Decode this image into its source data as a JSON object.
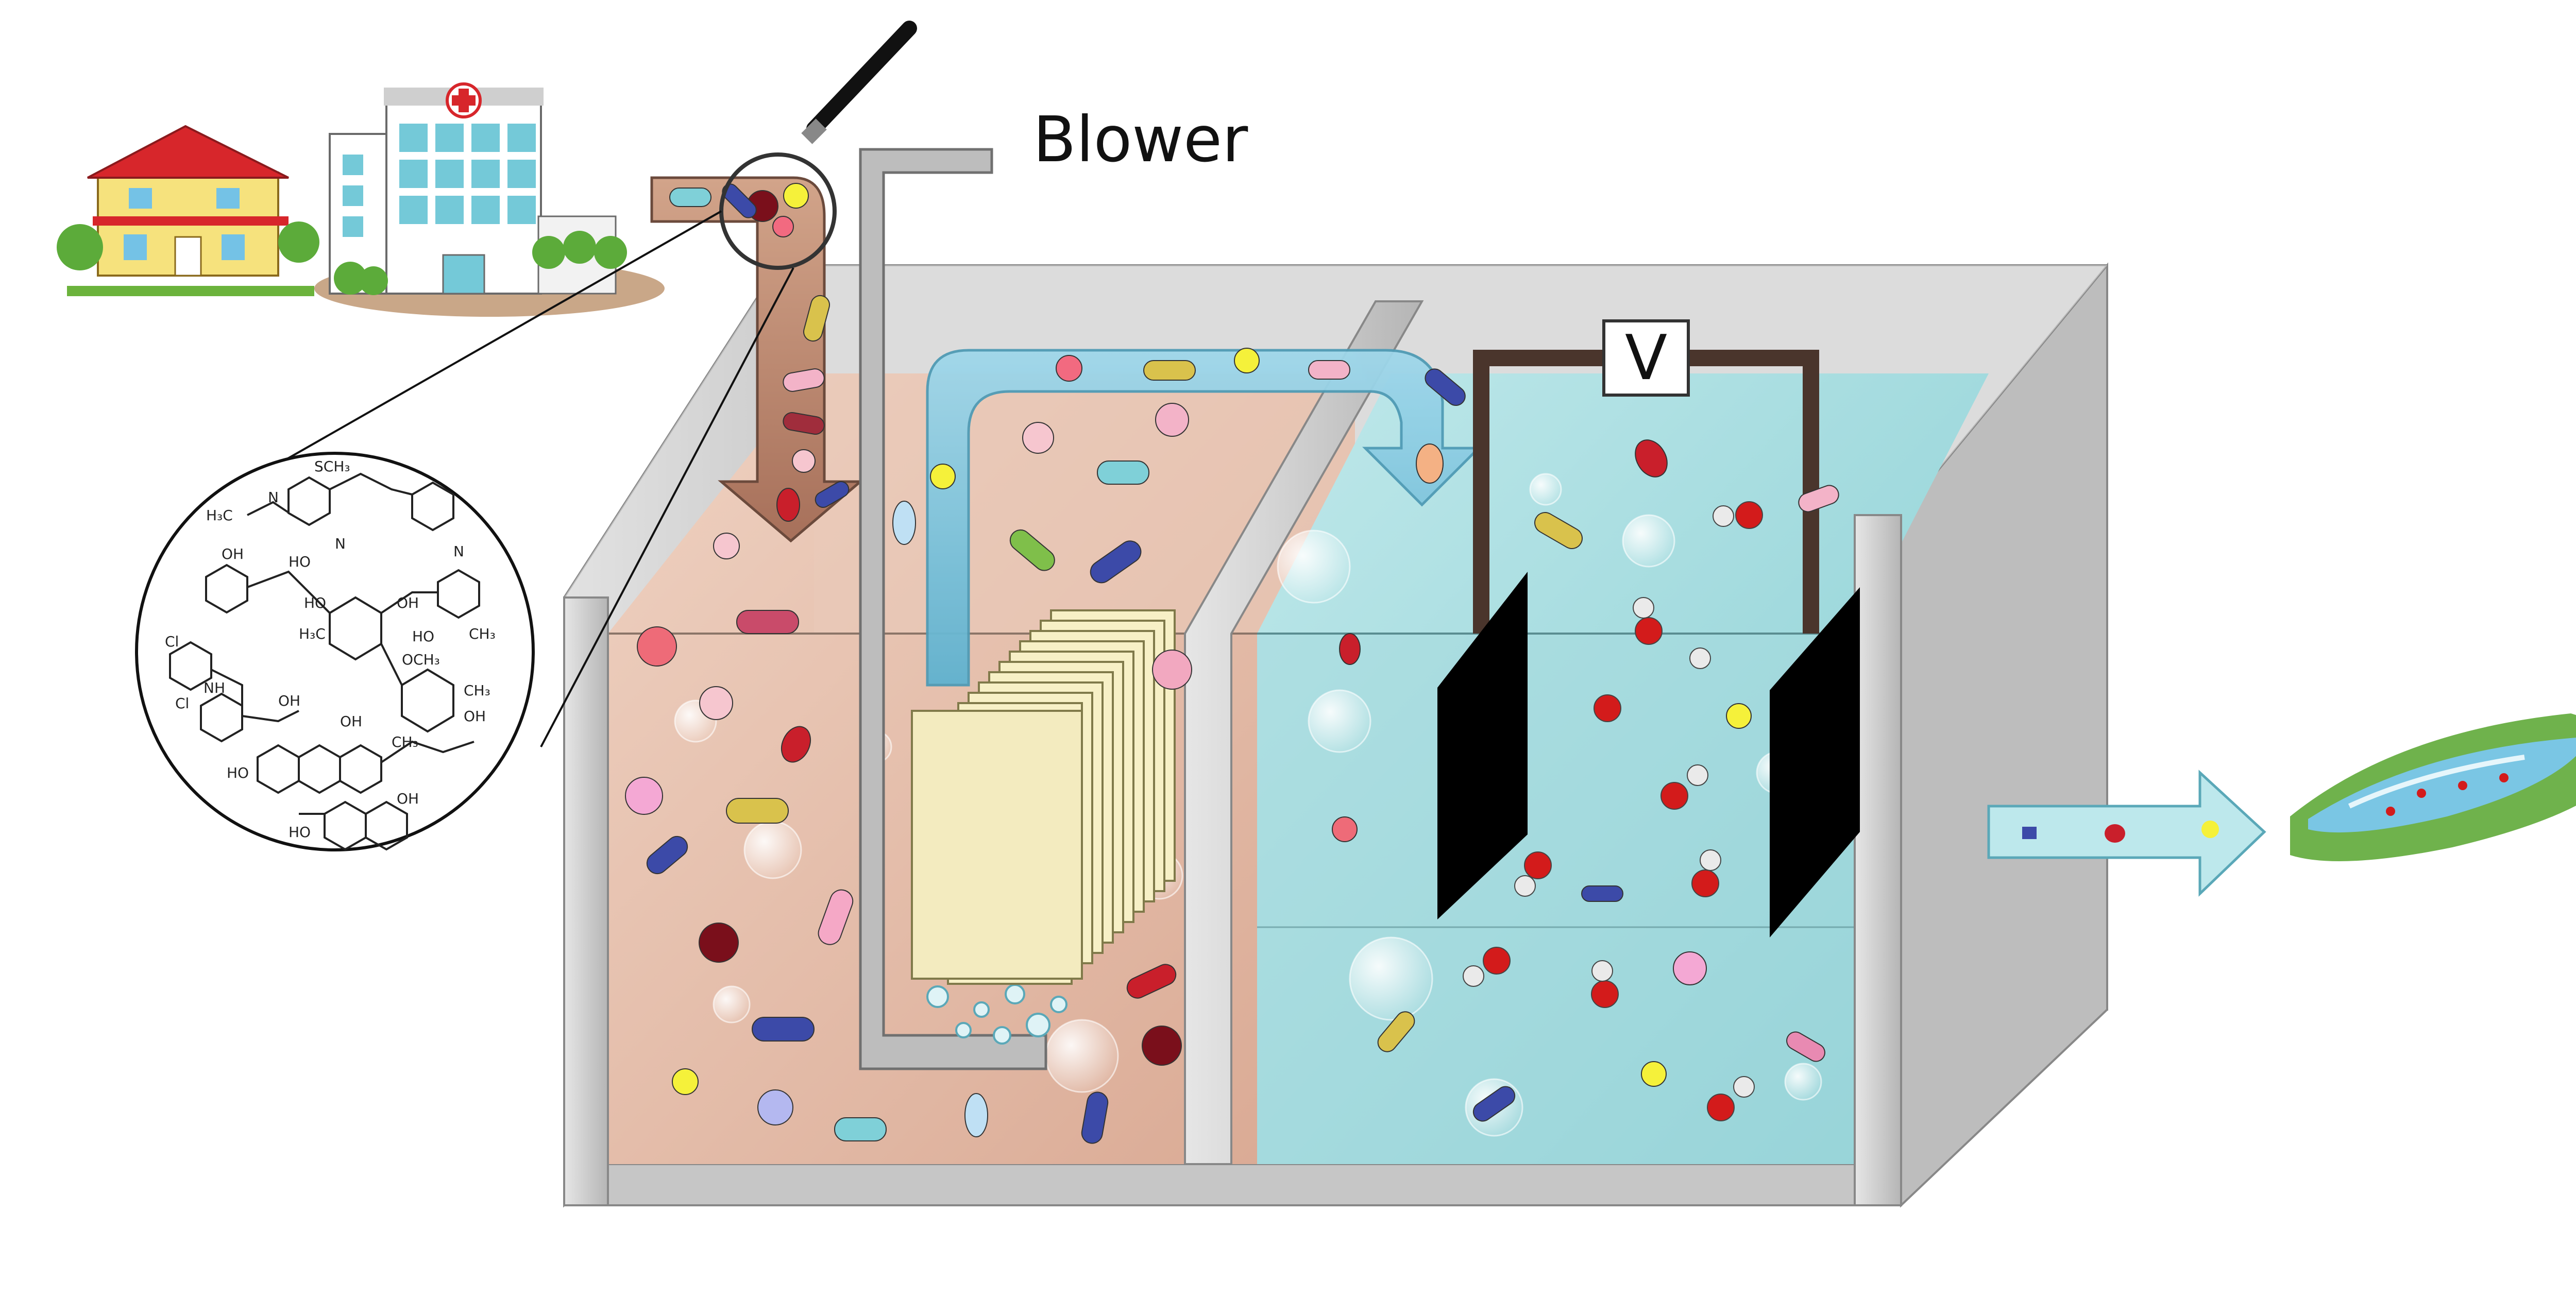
{
  "labels": {
    "blower": "Blower",
    "voltage": "V"
  },
  "colors": {
    "tank_frame": "#c8c8c8",
    "bio_zone": "#e8c2b0",
    "electro_zone": "#a9dde0",
    "flow_arrow": "#7cc4dc",
    "membrane": "#f7f0c6",
    "electrode": "#000000",
    "wire": "#4a352c"
  },
  "icons": [
    "house-icon",
    "hospital-icon",
    "magnifier-icon",
    "chemical-structures-inset",
    "blower-pipe",
    "membrane-module",
    "electrode-plate",
    "pill-icon",
    "water-molecule-icon",
    "river-icon",
    "outflow-arrow"
  ]
}
